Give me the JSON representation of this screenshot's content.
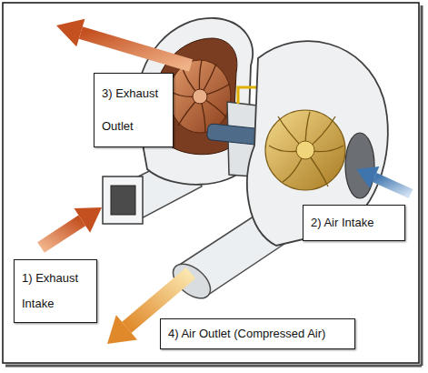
{
  "diagram": {
    "nodes": [
      {
        "text": [
          "3) Exhaust Outlet"
        ]
      },
      {
        "text": [
          "2) Air Intake"
        ]
      },
      {
        "text": [
          "1) Exhaust Intake"
        ]
      },
      {
        "text": [
          "4) Air Outlet (Compressed Air)"
        ]
      }
    ]
  }
}
